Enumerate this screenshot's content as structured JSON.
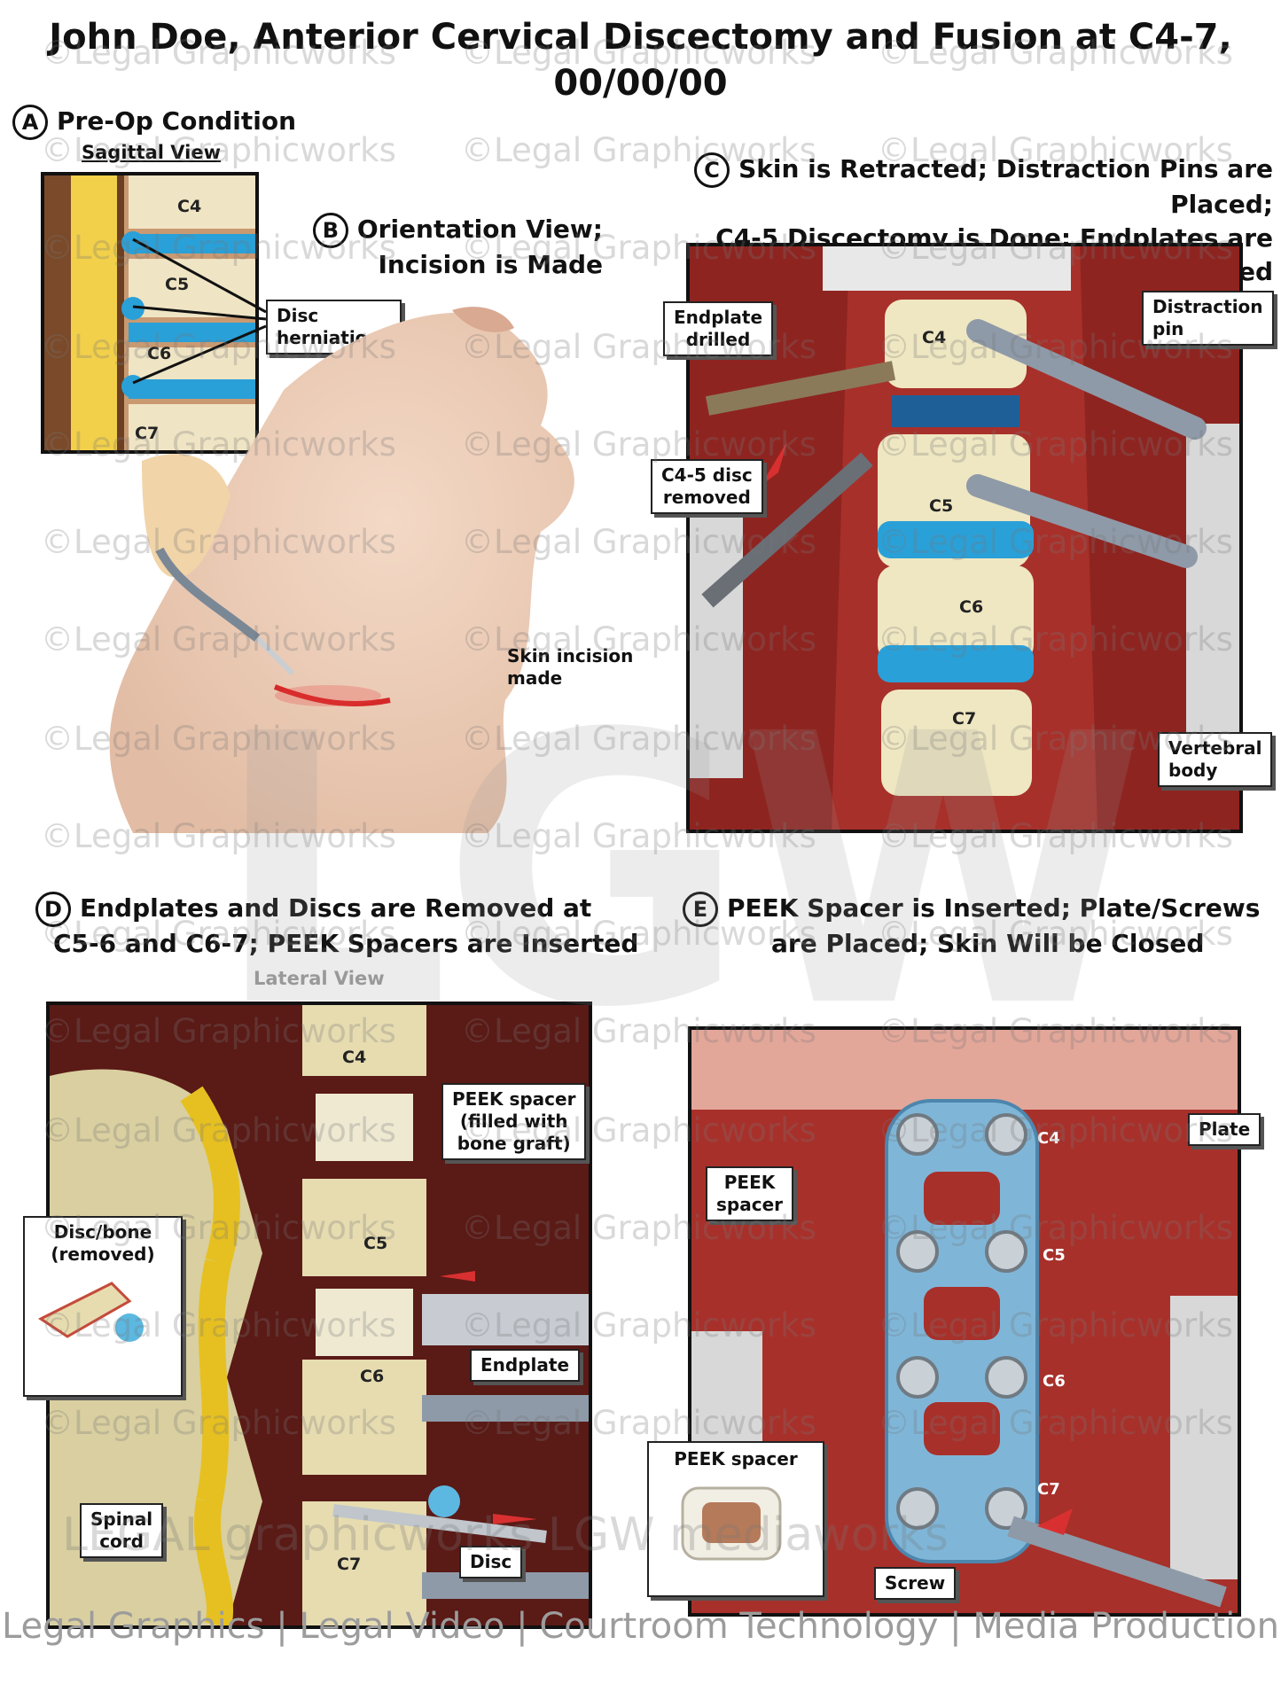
{
  "title": {
    "line1": "John Doe, Anterior Cervical Discectomy and Fusion at C4-7,",
    "line2": "00/00/00"
  },
  "sections": {
    "a": {
      "badge": "A",
      "heading": "Pre-Op Condition",
      "subheading": "Sagittal View"
    },
    "b": {
      "badge": "B",
      "heading_line1": "Orientation View;",
      "heading_line2": "Incision is Made"
    },
    "c": {
      "badge": "C",
      "heading_line1": "Skin is Retracted; Distraction Pins are Placed;",
      "heading_line2": "C4-5 Discectomy is Done; Endplates are Drilled"
    },
    "d": {
      "badge": "D",
      "heading_line1": "Endplates and Discs are Removed at",
      "heading_line2": "C5-6 and C6-7; PEEK Spacers are Inserted",
      "subheading": "Lateral View"
    },
    "e": {
      "badge": "E",
      "heading_line1": "PEEK Spacer is Inserted; Plate/Screws",
      "heading_line2": "are Placed; Skin Will be Closed"
    }
  },
  "labels": {
    "disc_herniations": [
      "Disc",
      "herniations"
    ],
    "skin_incision": [
      "Skin incision",
      "made"
    ],
    "endplate_drilled": [
      "Endplate",
      "drilled"
    ],
    "distraction_pin": [
      "Distraction",
      "pin"
    ],
    "c45_disc_removed": [
      "C4-5 disc",
      "removed"
    ],
    "vertebral_body": [
      "Vertebral",
      "body"
    ],
    "peek_spacer_filled": [
      "PEEK spacer",
      "(filled with",
      "bone graft)"
    ],
    "disc_bone_removed": [
      "Disc/bone",
      "(removed)"
    ],
    "endplate": "Endplate",
    "spinal_cord": [
      "Spinal",
      "cord"
    ],
    "disc": "Disc",
    "plate": "Plate",
    "peek_spacer_e": [
      "PEEK",
      "spacer"
    ],
    "peek_spacer_inset": "PEEK spacer",
    "screw": "Screw"
  },
  "vertebrae": {
    "a": [
      "C4",
      "C5",
      "C6",
      "C7"
    ],
    "c": [
      "C4",
      "C5",
      "C6",
      "C7"
    ],
    "d": [
      "C4",
      "C5",
      "C6",
      "C7"
    ],
    "e": [
      "C4",
      "C5",
      "C6",
      "C7"
    ]
  },
  "watermark": "©Legal Graphicworks",
  "watermark_logo": "LGW",
  "bottom_watermark": "LEGAL graphicworks   LGW mediaworks",
  "footer": "Legal Graphics | Legal Video | Courtroom Technology | Media Production",
  "colors": {
    "disc_blue": "#2aa0d8",
    "tissue_red": "#a8302a",
    "bone": "#ece2b8",
    "plate_blue": "#7fb6d8",
    "arrow_red": "#d83030"
  }
}
